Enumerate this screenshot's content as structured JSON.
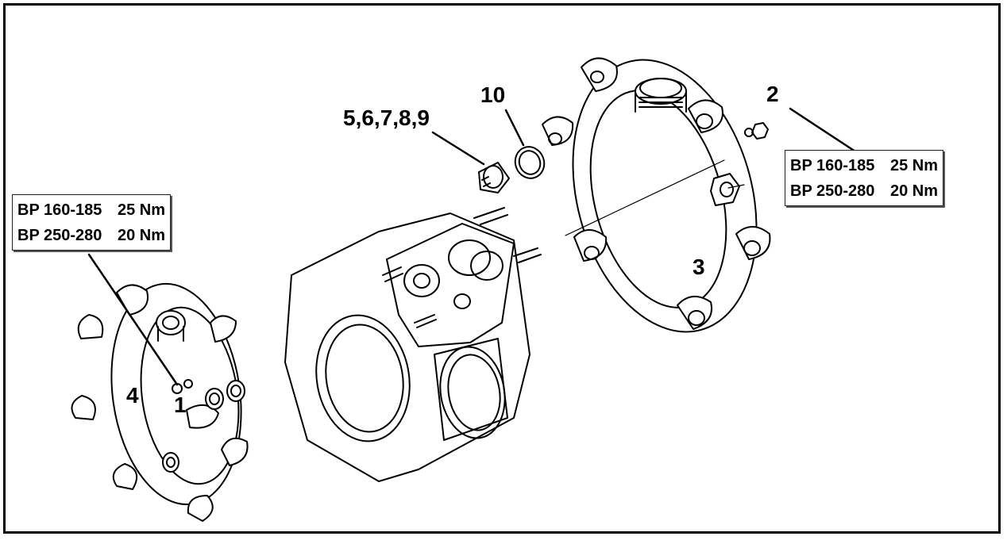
{
  "callouts": {
    "c1": "1",
    "c2": "2",
    "c3": "3",
    "c4": "4",
    "c5": "5,6,7,8,9",
    "c10": "10"
  },
  "torque_left": {
    "rows": [
      {
        "model": "BP 160-185",
        "torque": "25 Nm"
      },
      {
        "model": "BP 250-280",
        "torque": "20 Nm"
      }
    ]
  },
  "torque_right": {
    "rows": [
      {
        "model": "BP 160-185",
        "torque": "25 Nm"
      },
      {
        "model": "BP 250-280",
        "torque": "20 Nm"
      }
    ]
  }
}
